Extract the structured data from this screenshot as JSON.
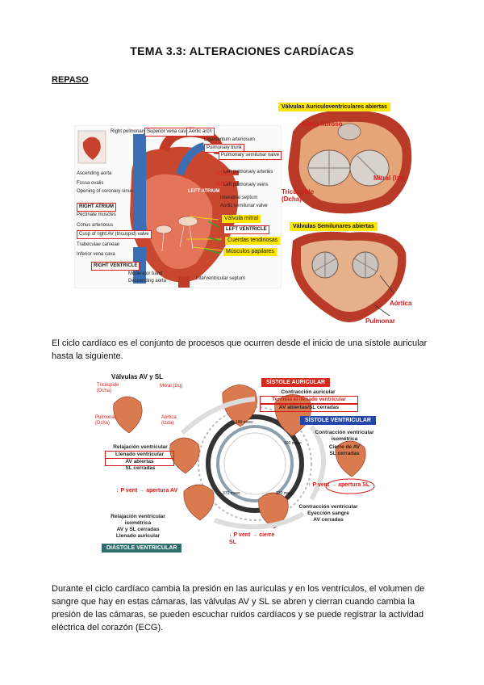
{
  "header": {
    "title": "TEMA 3.3: ALTERACIONES CARDÍACAS",
    "section": "REPASO"
  },
  "anatomy": {
    "labels_left": [
      "Right pulmonary arteries",
      "Ascending aorta",
      "Fossa ovalis",
      "Opening of coronary sinus",
      "RIGHT ATRIUM",
      "Pectinate muscles",
      "Conus arteriosus",
      "Cusp of right AV (tricuspid) valve",
      "Trabeculae carneae",
      "Inferior vena cava",
      "RIGHT VENTRICLE"
    ],
    "labels_top": [
      "Superior vena cava",
      "Aortic arch",
      "Ligamentum arteriosum",
      "Pulmonary trunk",
      "Pulmonary semilunar valve"
    ],
    "labels_right": [
      "Left pulmonary arteries",
      "Left pulmonary veins",
      "Interatrial septum",
      "Aortic semilunar valve"
    ],
    "labels_bottom": [
      "Moderator band",
      "Descending aorta",
      "Interventricular septum"
    ],
    "left_atrium": "LEFT ATRIUM",
    "left_ventricle": "LEFT VENTRICLE",
    "highlights": [
      "Válvula mitral",
      "Cuerdas tendinosas",
      "Músculos papilares"
    ]
  },
  "valves": {
    "av_banner": "Válvulas Auriculoventriculares abiertas",
    "anillo": "Anillo fibroso",
    "mitral": "Mitral (Izq)",
    "tricuspide": "Tricúspide (Dcha)",
    "sl_banner": "Válvulas Semilunares abiertas",
    "aortica": "Aórtica",
    "pulmonar": "Pulmonar"
  },
  "paragraph1": "El ciclo cardíaco es el conjunto de procesos que ocurren desde el inicio de una sístole auricular hasta la siguiente.",
  "cycle": {
    "title": "Válvulas AV y SL",
    "tricuspide": "Tricúspide (Dcha)",
    "mitral": "Mitral (Izq)",
    "pulmonar": "Pulmonar (Dcha)",
    "aortica": "Aórtica (Izda)",
    "sistole_auricular": "SÍSTOLE AURICULAR",
    "sa_line1": "Contracción auricular",
    "sa_line2": "Termina el llenado ventricular",
    "sa_line3": "AV abiertas/SL cerradas",
    "sistole_ventricular": "SÍSTOLE VENTRICULAR",
    "sv_line1": "Contracción ventricular isométrica",
    "sv_line2": "Cierre de AV",
    "sv_line3": "SL cerradas",
    "pvent_up": "↑ P vent → apertura SL",
    "eyeccion1": "Contracción ventricular",
    "eyeccion2": "Eyección sangre",
    "eyeccion3": "AV cerradas",
    "pvent_down_sl": "↓ P vent → cierre SL",
    "relax_iso1": "Relajación ventricular",
    "relax_iso2": "isométrica",
    "relax_iso3": "AV y SL cerradas",
    "relax_iso4": "Llenado auricular",
    "diastole": "DIÁSTOLE VENTRICULAR",
    "pvent_down_av": "↓ P vent → apertura AV",
    "relax1": "Relajación ventricular",
    "relax2": "Llenado ventricular",
    "relax3": "AV abiertas",
    "relax4": "SL cerradas",
    "t1": "100 msec",
    "t2": "100 msec",
    "t3": "370 msec",
    "t4": "370 msec"
  },
  "paragraph2": "Durante el ciclo cardíaco cambia la presión en las aurículas y en los ventrículos, el volumen de sangre que hay en estas cámaras, las válvulas AV y SL se abren y cierran cuando cambia la presión de las cámaras, se pueden escuchar ruidos cardíacos y se puede registrar la actividad eléctrica del corazón (ECG)."
}
